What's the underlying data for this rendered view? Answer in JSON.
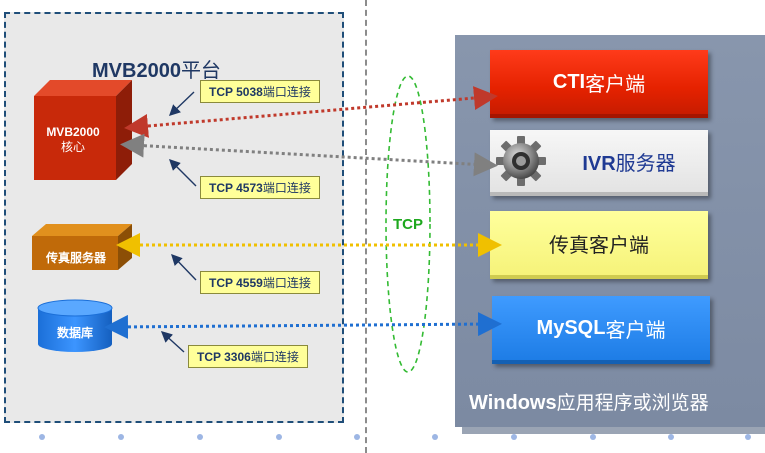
{
  "platform": {
    "title_bold": "MVB2000",
    "title_rest": "平台",
    "core_label_line1": "MVB2000",
    "core_label_line2": "核心",
    "fax_server_label": "传真服务器",
    "database_label": "数据库"
  },
  "tcp_labels": [
    {
      "num": "TCP 5038",
      "text": "端口连接"
    },
    {
      "num": "TCP 4573",
      "text": "端口连接"
    },
    {
      "num": "TCP 4559",
      "text": "端口连接"
    },
    {
      "num": "TCP 3306",
      "text": "端口连接"
    }
  ],
  "center_label": "TCP",
  "clients": {
    "cti": {
      "latin": "CTI",
      "cjk": "客户端"
    },
    "ivr": {
      "latin": "IVR",
      "cjk": "服务器"
    },
    "fax": {
      "cjk": "传真客户端"
    },
    "mysql": {
      "latin": "MySQL",
      "cjk": "客户端"
    }
  },
  "windows_caption": {
    "bold": "Windows",
    "rest": "应用程序或浏览器"
  },
  "colors": {
    "cti_link": "#c0392b",
    "ivr_link": "#808080",
    "fax_link": "#f0c000",
    "mysql_link": "#1f6fd1",
    "tcp_ellipse": "#33bb33"
  }
}
